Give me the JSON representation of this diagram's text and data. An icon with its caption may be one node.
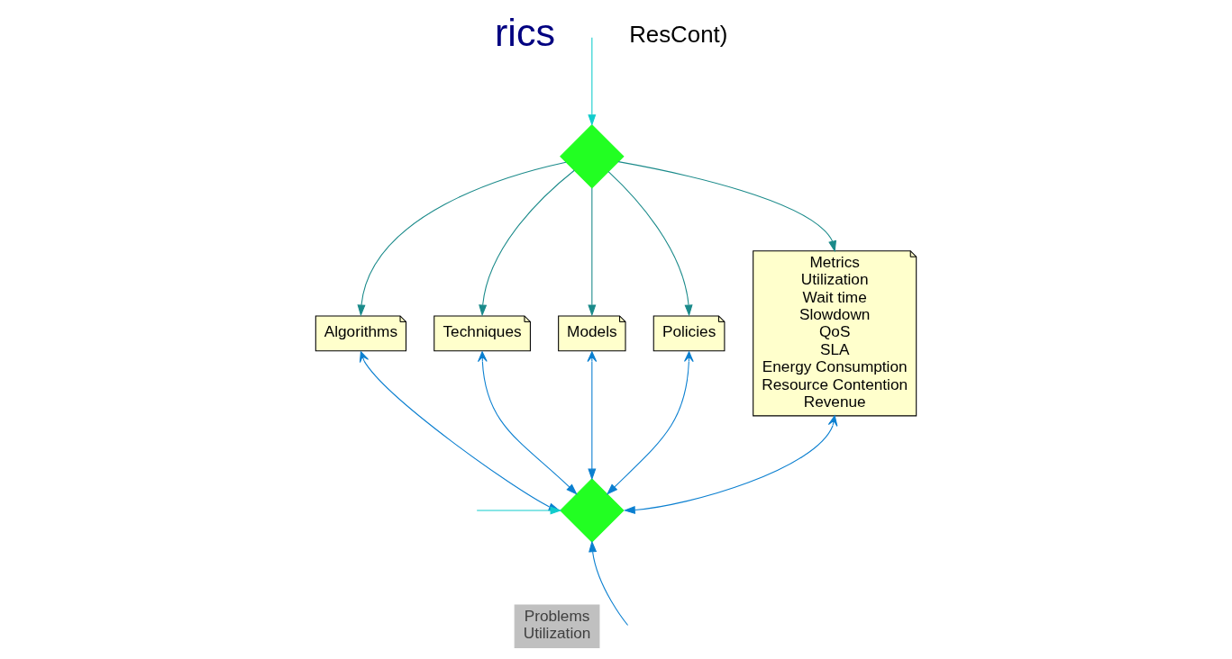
{
  "diagram": {
    "nodes": [
      {
        "text": [],
        "shape": "diamond"
      },
      {
        "text": [
          "Algorithms"
        ]
      },
      {
        "text": [
          "Techniques"
        ]
      },
      {
        "text": [
          "Models"
        ]
      },
      {
        "text": [
          "Policies"
        ]
      },
      {
        "text": [
          "Metrics",
          "Utilization",
          "Wait time",
          "Slowdown",
          "QoS",
          "SLA",
          "Energy Consumption",
          "Resource Contention",
          "Revenue"
        ]
      },
      {
        "text": [],
        "shape": "diamond"
      },
      {
        "text": [
          "Problems",
          "Utilization"
        ]
      }
    ],
    "edges": [
      {
        "from": null,
        "to": 0,
        "arrow": "to",
        "color": "#11cccc"
      },
      {
        "from": 0,
        "to": 1,
        "arrow": "to",
        "color": "#1a8a8a"
      },
      {
        "from": 0,
        "to": 2,
        "arrow": "to",
        "color": "#1a8a8a"
      },
      {
        "from": 0,
        "to": 3,
        "arrow": "to",
        "color": "#1a8a8a"
      },
      {
        "from": 0,
        "to": 4,
        "arrow": "to",
        "color": "#1a8a8a"
      },
      {
        "from": 0,
        "to": 5,
        "arrow": "to",
        "color": "#1a8a8a"
      },
      {
        "from": 6,
        "to": 1,
        "arrow": "both"
      },
      {
        "from": 6,
        "to": 2,
        "arrow": "both"
      },
      {
        "from": 6,
        "to": 3,
        "arrow": "both"
      },
      {
        "from": 6,
        "to": 4,
        "arrow": "both"
      },
      {
        "from": 6,
        "to": 5,
        "arrow": "both"
      },
      {
        "from": null,
        "to": 6,
        "arrow": "to"
      },
      {
        "from": null,
        "to": 6,
        "arrow": "to",
        "color": "#11cccc"
      }
    ],
    "labels": [
      "rics",
      "ResCont)"
    ]
  }
}
